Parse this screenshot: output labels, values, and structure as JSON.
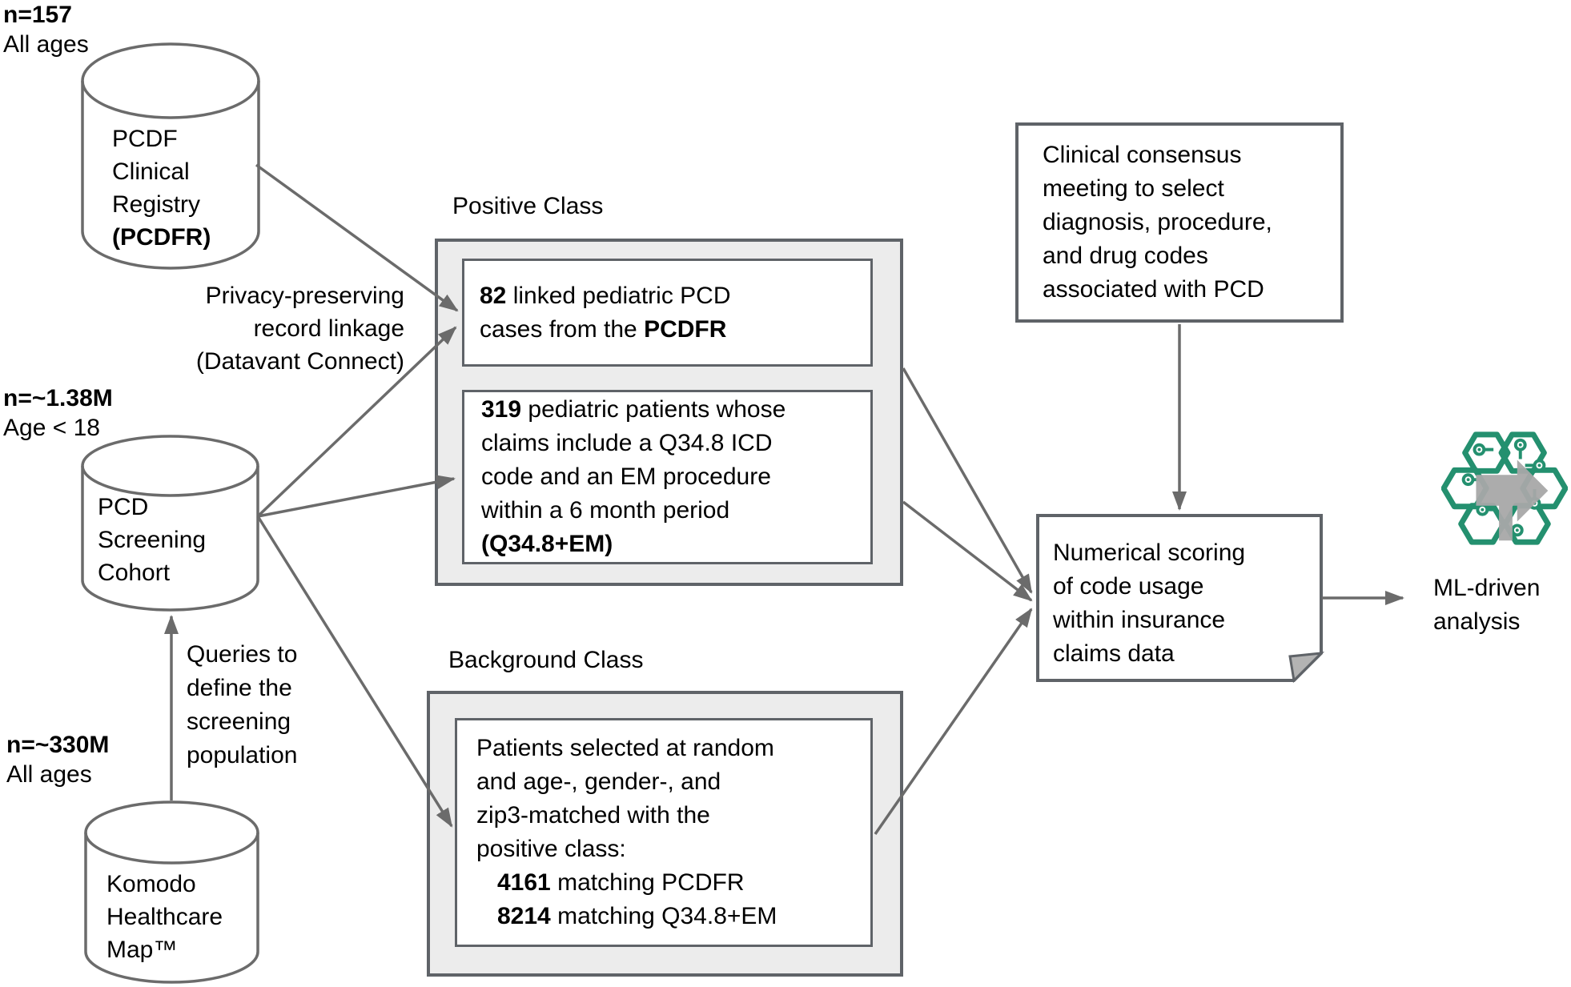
{
  "colors": {
    "line_gray": "#6b6b6b",
    "box_border": "#5f6368",
    "class_fill": "#ececec",
    "fold_gray": "#b3b3b3",
    "icon_teal": "#24906f",
    "icon_arrow_gray": "#a8a8a8"
  },
  "sources": {
    "pcdfr": {
      "count": "n=157",
      "ages": "All ages",
      "line1": "PCDF",
      "line2": "Clinical",
      "line3": "Registry",
      "line4_bold": "(PCDFR)"
    },
    "screening": {
      "count": "n=~1.38M",
      "ages": "Age < 18",
      "line1": "PCD",
      "line2": "Screening",
      "line3": "Cohort"
    },
    "komodo": {
      "count": "n=~330M",
      "ages": "All ages",
      "line1": "Komodo",
      "line2": "Healthcare",
      "line3": "Map™"
    }
  },
  "annotations": {
    "privacy_l1": "Privacy-preserving",
    "privacy_l2": "record linkage",
    "privacy_l3": "(Datavant Connect)",
    "queries_l1": "Queries to",
    "queries_l2": "define the",
    "queries_l3": "screening",
    "queries_l4": "population"
  },
  "positive_class": {
    "title": "Positive Class",
    "box1_l1_bold": "82",
    "box1_l1_rest": " linked pediatric PCD",
    "box1_l2_pre": "cases from the ",
    "box1_l2_bold": "PCDFR",
    "box2_l1_bold": "319",
    "box2_l1_rest": " pediatric patients whose",
    "box2_l2": "claims include a Q34.8 ICD",
    "box2_l3": "code and an EM procedure",
    "box2_l4": "within a 6 month period",
    "box2_l5_bold": "(Q34.8+EM)"
  },
  "background_class": {
    "title": "Background Class",
    "l1": "Patients selected at random",
    "l2": "and age-, gender-, and",
    "l3": "zip3-matched with the",
    "l4": "positive class:",
    "m1_bold": "4161",
    "m1_rest": " matching PCDFR",
    "m2_bold": "8214",
    "m2_rest": " matching Q34.8+EM"
  },
  "consensus": {
    "l1": "Clinical consensus",
    "l2": "meeting to select",
    "l3": "diagnosis, procedure,",
    "l4": "and drug codes",
    "l5": "associated with PCD"
  },
  "scoring": {
    "l1": "Numerical scoring",
    "l2": "of code usage",
    "l3": "within insurance",
    "l4": "claims data"
  },
  "ml": {
    "l1": "ML-driven",
    "l2": "analysis"
  }
}
